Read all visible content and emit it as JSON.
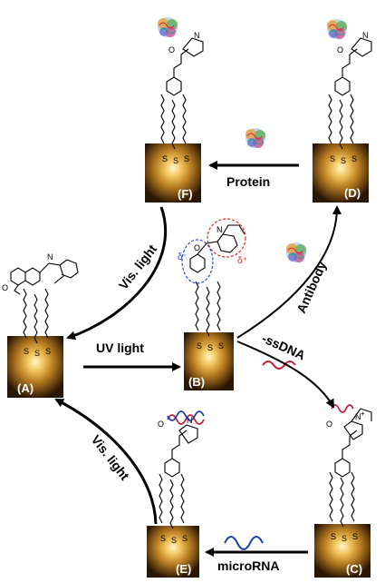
{
  "panels": {
    "A": "(A)",
    "B": "(B)",
    "C": "(C)",
    "D": "(D)",
    "E": "(E)",
    "F": "(F)"
  },
  "arrows": {
    "uv_light": "UV light",
    "vis_light_top": "Vis. light",
    "vis_light_bottom": "Vis. light",
    "protein": "Protein",
    "antibody": "Antibody",
    "ssdna": "-ssDNA",
    "microrna": "microRNA"
  },
  "charges": {
    "delta_minus": "δ⁻",
    "delta_plus": "δ⁺",
    "plus": "+",
    "minus": "−"
  },
  "atoms": {
    "N": "N",
    "O": "O",
    "S": "S"
  },
  "colors": {
    "dna_blue": "#1f3fa8",
    "dna_red": "#c8203a",
    "dashed_blue": "#2346d8",
    "dashed_red": "#e0281e",
    "tip_gold": "#d9a23a",
    "tip_dark": "#2a1605"
  }
}
